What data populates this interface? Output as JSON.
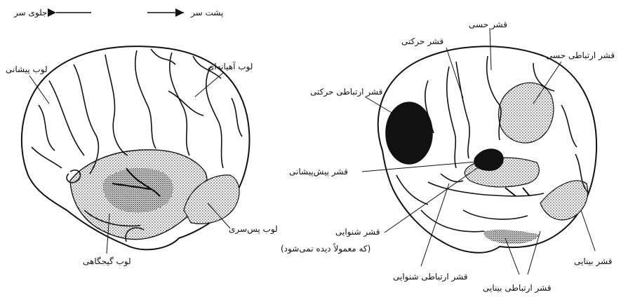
{
  "orientation": {
    "front_label": "جلوی سر",
    "back_label": "پشت سر"
  },
  "left_brain": {
    "labels": {
      "frontal_lobe": "لوب پیشانی",
      "parietal_lobe": "لوب آهیانه‌ای",
      "occipital_lobe": "لوب پس‌سری",
      "temporal_lobe": "لوب گیجگاهی"
    }
  },
  "right_brain": {
    "labels": {
      "motor_cortex": "قشر حرکتی",
      "somatosensory_cortex": "قشر حسی",
      "sensory_association": "قشر ارتباطی حسی",
      "motor_association": "قشر ارتباطی حرکتی",
      "prefrontal_cortex": "قشر پیش‌پیشانی",
      "auditory_cortex": "قشر شنوایی",
      "auditory_cortex_note": "(که معمولاً دیده نمی‌شود)",
      "auditory_association": "قشر ارتباطی شنوایی",
      "visual_association": "قشر ارتباطی بینایی",
      "visual_cortex": "قشر بینایی"
    }
  }
}
